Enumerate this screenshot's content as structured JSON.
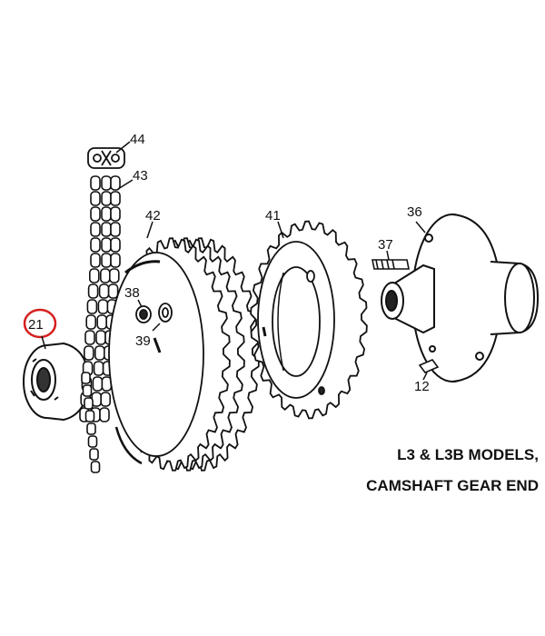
{
  "callouts": {
    "c44": "44",
    "c43": "43",
    "c42": "42",
    "c41": "41",
    "c36": "36",
    "c37": "37",
    "c38": "38",
    "c39": "39",
    "c21": "21",
    "c12": "12"
  },
  "highlight_color": "#d62020",
  "caption": {
    "line1": "L3 & L3B MODELS,",
    "line2": "CAMSHAFT GEAR END"
  }
}
